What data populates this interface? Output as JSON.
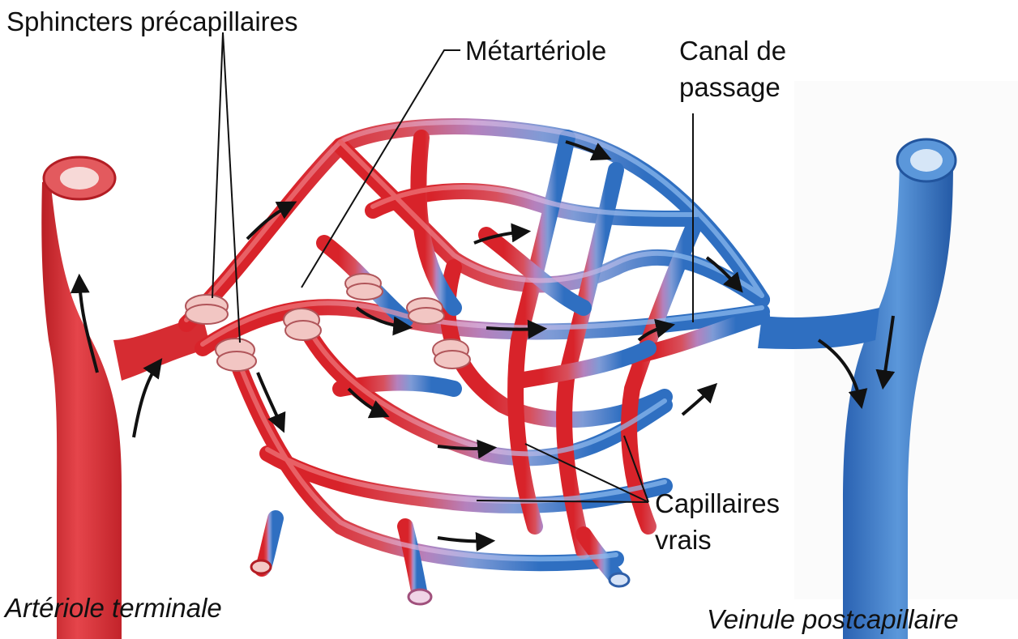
{
  "labels": {
    "sphincters": "Sphincters précapillaires",
    "metarteriole": "Métartériole",
    "canal_line1": "Canal de",
    "canal_line2": "passage",
    "capillaires_line1": "Capillaires",
    "capillaires_line2": "vrais",
    "arteriole": "Artériole terminale",
    "veinule": "Veinule postcapillaire"
  },
  "colors": {
    "arterial": "#d8232a",
    "arterial_light": "#e84a4f",
    "mixed": "#b07bb7",
    "venous": "#2f6fc1",
    "venous_light": "#6fa4dd",
    "sphincter": "#f2c6c3",
    "arrow": "#111111"
  }
}
